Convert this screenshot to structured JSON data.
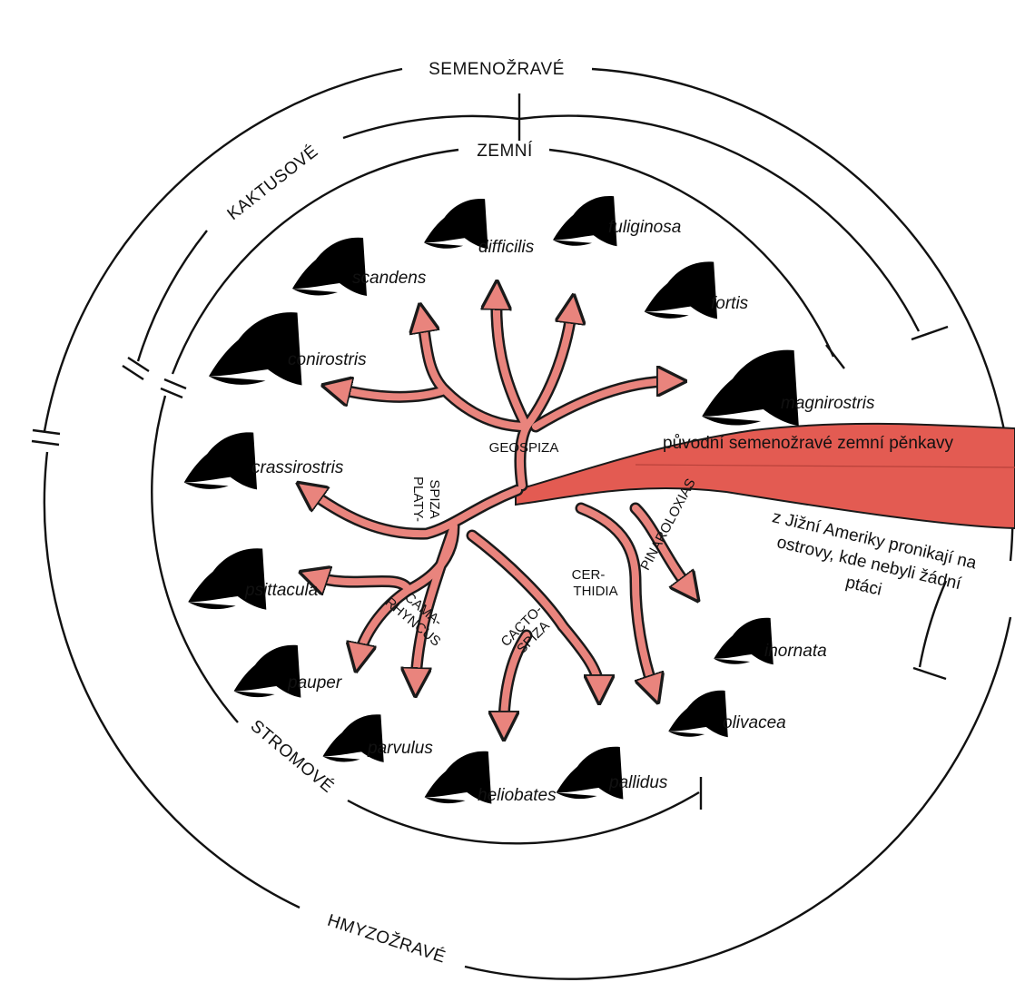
{
  "rings": {
    "seed": "SEMENOŽRAVÉ",
    "cactus": "KAKTUSOVÉ",
    "ground": "ZEMNÍ",
    "tree": "STROMOVÉ",
    "insect": "HMYZOŽRAVÉ"
  },
  "genera": {
    "geospiza": "GEOSPIZA",
    "platyspiza": [
      "PLATY-",
      "SPIZA"
    ],
    "camarhyncus": [
      "CAMA-",
      "RHYNCUS"
    ],
    "cactospiza": [
      "CACTO-",
      "SPIZA"
    ],
    "certhidia": [
      "CER-",
      "THIDIA"
    ],
    "pinaroloxias": "PINAROLOXIAS"
  },
  "species": {
    "difficilis": "difficilis",
    "fuliginosa": "fuliginosa",
    "scandens": "scandens",
    "fortis": "fortis",
    "conirostris": "conirostris",
    "magnirostris": "magnirostris",
    "crassirostris": "crassirostris",
    "psittacula": "psittacula",
    "pauper": "pauper",
    "parvulus": "parvulus",
    "heliobates": "heliobates",
    "pallidus": "pallidus",
    "olivacea": "olivacea",
    "inornata": "inornata"
  },
  "annotations": {
    "origin": "původní semenožravé zemní pěnkavy",
    "migration": [
      "z Jižní Ameriky pronikají na",
      "ostrovy, kde nebyli žádní",
      "ptáci"
    ]
  },
  "colors": {
    "branch_fill": "#e9847d",
    "trunk_fill": "#e35b52",
    "bird_outline": "#d81818",
    "line": "#111111"
  }
}
